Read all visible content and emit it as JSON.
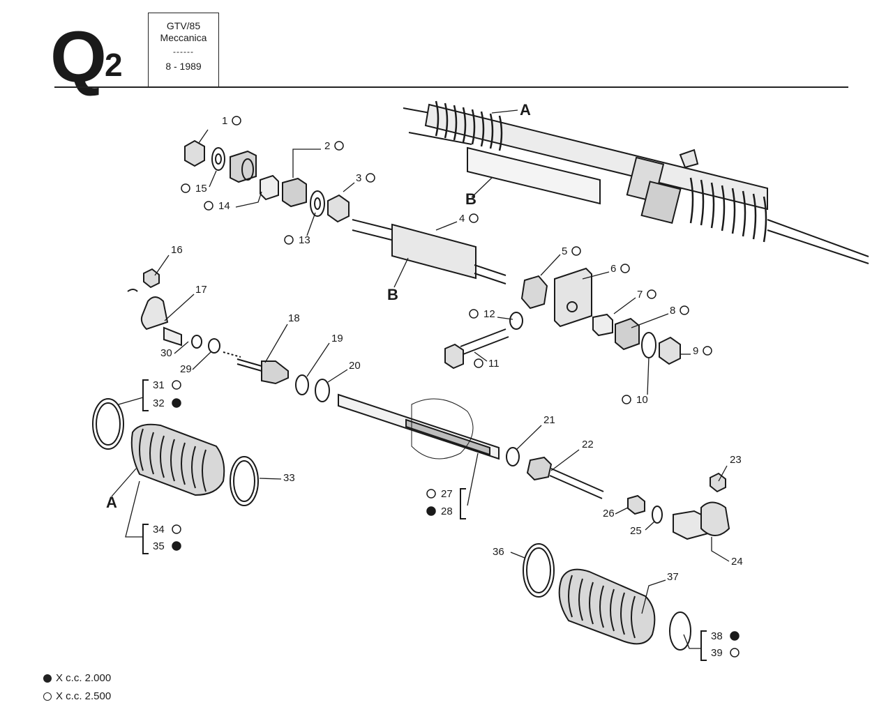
{
  "header": {
    "section_letter": "Q",
    "section_number": "2",
    "model": "GTV/85",
    "group": "Meccanica",
    "divider": "------",
    "date": "8 - 1989"
  },
  "diagram": {
    "assembly_letters": [
      "A",
      "B"
    ],
    "callouts": [
      "1",
      "2",
      "3",
      "4",
      "5",
      "6",
      "7",
      "8",
      "9",
      "10",
      "11",
      "12",
      "13",
      "14",
      "15",
      "16",
      "17",
      "18",
      "19",
      "20",
      "21",
      "22",
      "23",
      "24",
      "25",
      "26",
      "27",
      "28",
      "29",
      "30",
      "31",
      "32",
      "33",
      "34",
      "35",
      "36",
      "37",
      "38",
      "39"
    ],
    "markers": {
      "1": "open",
      "2": "open",
      "3": "open",
      "4": "open",
      "5": "open",
      "6": "open",
      "7": "open",
      "8": "open",
      "9": "open",
      "10": "open",
      "11": "open",
      "12": "open",
      "13": "open",
      "14": "open",
      "15": "open",
      "27": "open",
      "28": "filled",
      "31": "open",
      "32": "filled",
      "34": "open",
      "35": "filled",
      "38": "filled",
      "39": "open"
    }
  },
  "legend": [
    {
      "marker": "filled",
      "text": "X c.c. 2.000"
    },
    {
      "marker": "open",
      "text": "X c.c. 2.500"
    }
  ],
  "colors": {
    "ink": "#1a1a1a",
    "paper": "#ffffff",
    "shade": "#8a8a8a"
  }
}
